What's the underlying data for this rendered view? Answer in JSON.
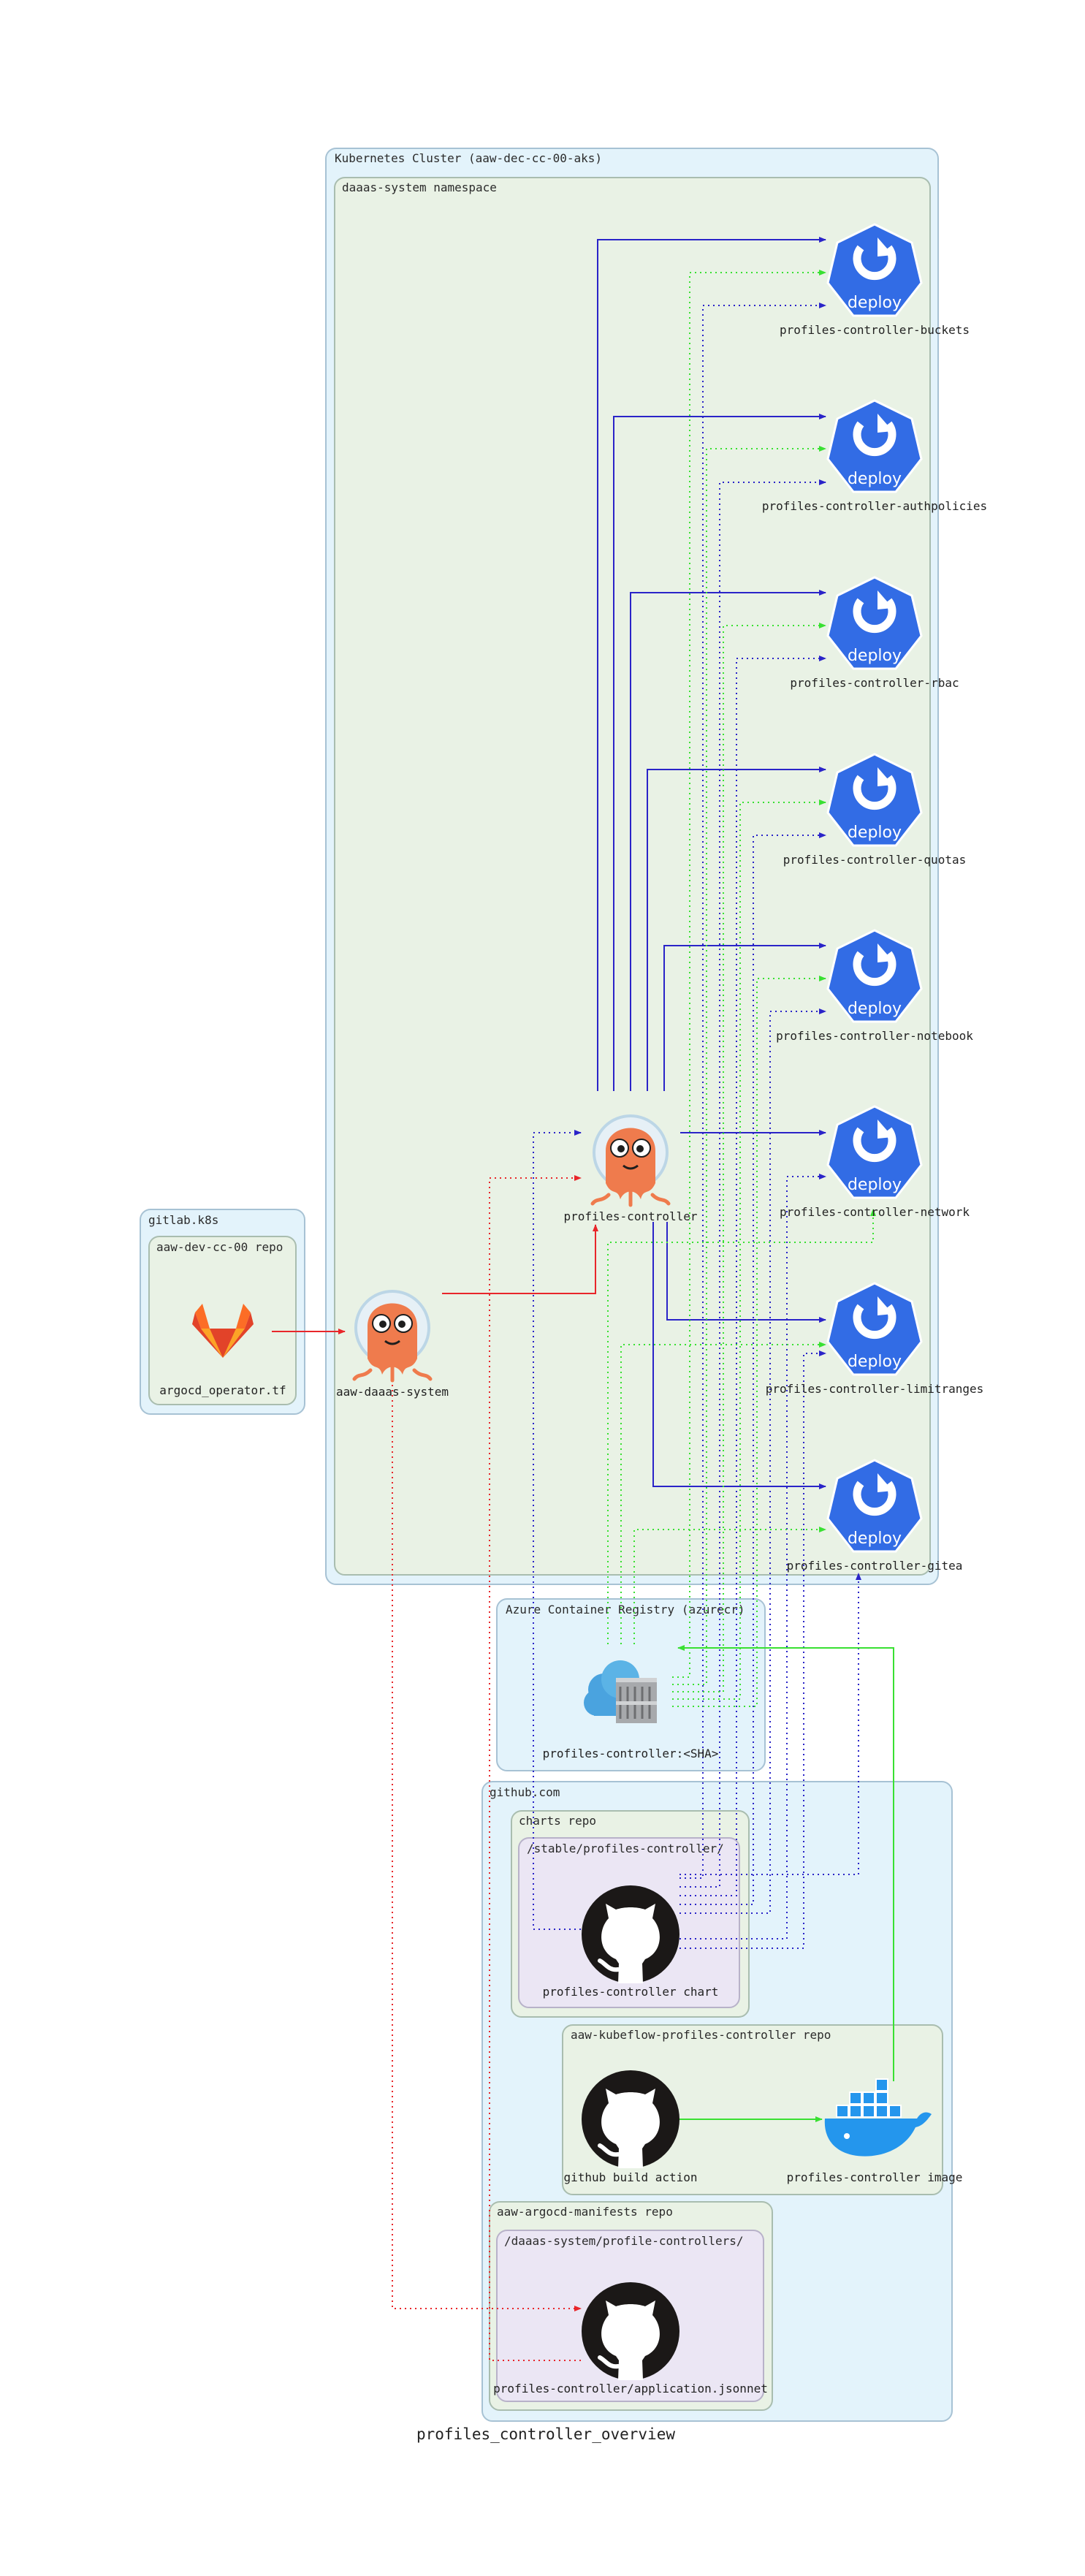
{
  "diagram": {
    "title": "profiles_controller_overview",
    "clusters": {
      "k8s": "Kubernetes Cluster (aaw-dec-cc-00-aks)",
      "ns": "daaas-system namespace",
      "gitlab": "gitlab.k8s",
      "gitlab_repo": "aaw-dev-cc-00 repo",
      "acr": "Azure Container Registry (azurecr)",
      "github": "github.com",
      "charts": "charts repo",
      "charts_dir": "/stable/profiles-controller/",
      "kf_repo": "aaw-kubeflow-profiles-controller repo",
      "manifests": "aaw-argocd-manifests repo",
      "manifests_dir": "/daaas-system/profile-controllers/"
    },
    "nodes": {
      "argocd_tf": "argocd_operator.tf",
      "aaw_daaas": "aaw-daaas-system",
      "profiles_controller": "profiles-controller",
      "deploy_icon_text": "deploy",
      "deployments": [
        "profiles-controller-buckets",
        "profiles-controller-authpolicies",
        "profiles-controller-rbac",
        "profiles-controller-quotas",
        "profiles-controller-notebook",
        "profiles-controller-network",
        "profiles-controller-limitranges",
        "profiles-controller-gitea"
      ],
      "acr_image": "profiles-controller:<SHA>",
      "chart": "profiles-controller chart",
      "build_action": "github build action",
      "docker_image": "profiles-controller image",
      "application": "profiles-controller/application.jsonnet"
    },
    "colors": {
      "k8s_fill": "#e3f3fb",
      "ns_fill": "#e9f2e5",
      "dir_fill": "#ebe6f4",
      "edge_red": "#e8262a",
      "edge_blue": "#2a24c8",
      "edge_green": "#39e032",
      "deploy_blue": "#326ce5"
    }
  }
}
